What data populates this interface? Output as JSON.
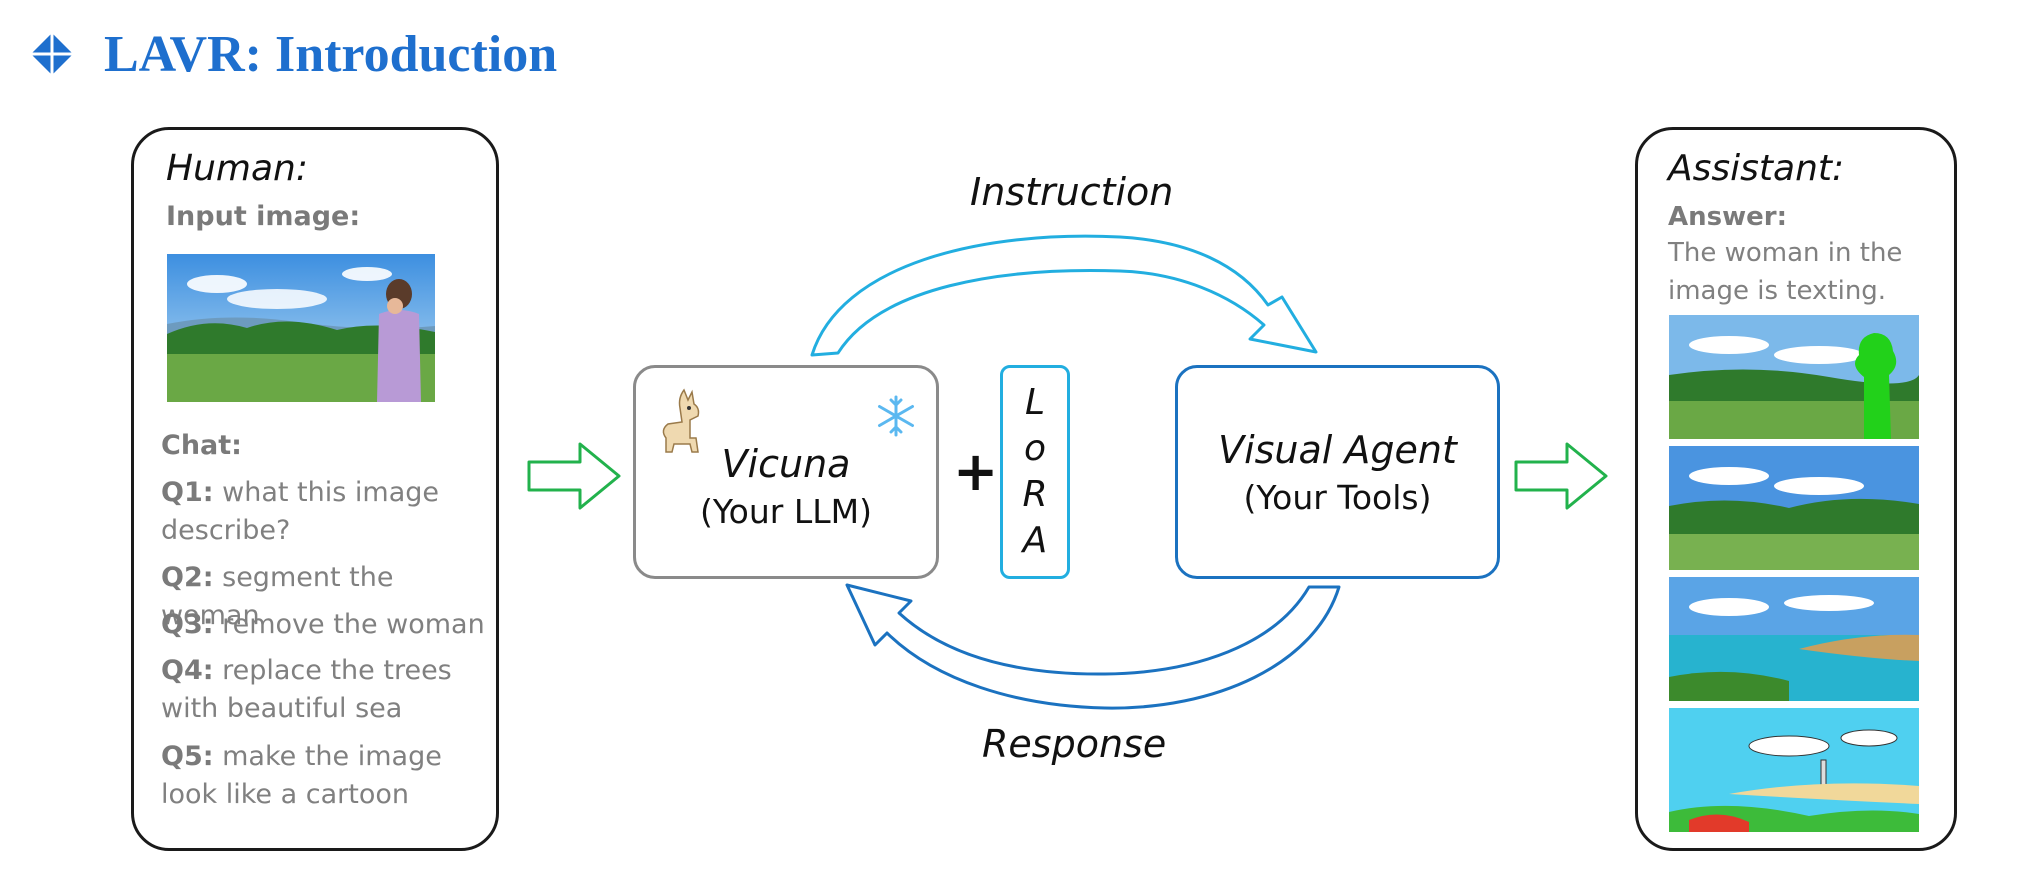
{
  "header": {
    "title": "LAVR: Introduction",
    "icon": "diamond-bullet-icon",
    "color": "#1e6fce"
  },
  "human_panel": {
    "heading": "Human:",
    "input_label": "Input image:",
    "chat_label": "Chat:",
    "questions": [
      {
        "key": "Q1:",
        "text": " what this image describe?"
      },
      {
        "key": "Q2:",
        "text": " segment the woman"
      },
      {
        "key": "Q3:",
        "text": " remove the woman"
      },
      {
        "key": "Q4:",
        "text": " replace the trees with beautiful sea"
      },
      {
        "key": "Q5:",
        "text": " make the image look like a cartoon"
      }
    ]
  },
  "llm_box": {
    "title": "Vicuna",
    "subtitle": "(Your LLM)",
    "icons": [
      "llama-icon",
      "snowflake-icon"
    ],
    "border_color": "#8a8a8a"
  },
  "plus_sign": "+",
  "lora_box": {
    "letters": [
      "L",
      "o",
      "R",
      "A"
    ],
    "border_color": "#22aee0"
  },
  "agent_box": {
    "title": "Visual Agent",
    "subtitle": "(Your Tools)",
    "border_color": "#1b72c0"
  },
  "arrows": {
    "top_label": "Instruction",
    "bottom_label": "Response",
    "top_color": "#22aee0",
    "bottom_color": "#1b72c0",
    "flow_color": "#22b24c"
  },
  "assistant_panel": {
    "heading": "Assistant:",
    "answer_label": "Answer:",
    "answer_text": "The woman in the image is texting."
  }
}
